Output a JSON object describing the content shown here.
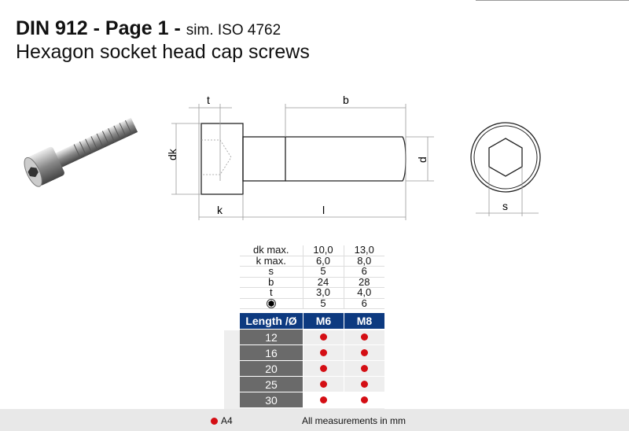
{
  "header": {
    "title_bold": "DIN 912 - Page 1 -",
    "title_suffix": "sim. ISO 4762",
    "subtitle": "Hexagon socket head cap screws"
  },
  "drawing": {
    "labels": {
      "t": "t",
      "b": "b",
      "dk": "dk",
      "d": "d",
      "k": "k",
      "l": "l",
      "s": "s"
    }
  },
  "specs": [
    {
      "label": "dk max.",
      "m6": "10,0",
      "m8": "13,0"
    },
    {
      "label": "k max.",
      "m6": "6,0",
      "m8": "8,0"
    },
    {
      "label": "s",
      "m6": "5",
      "m8": "6"
    },
    {
      "label": "b",
      "m6": "24",
      "m8": "28"
    },
    {
      "label": "t",
      "m6": "3,0",
      "m8": "4,0"
    },
    {
      "label": "",
      "icon": "hex-key-icon",
      "m6": "5",
      "m8": "6"
    }
  ],
  "table": {
    "header": {
      "length": "Length /Ø",
      "m6": "M6",
      "m8": "M8"
    },
    "rows": [
      {
        "length": "12",
        "m6": true,
        "m8": true
      },
      {
        "length": "16",
        "m6": true,
        "m8": true
      },
      {
        "length": "20",
        "m6": true,
        "m8": true
      },
      {
        "length": "25",
        "m6": true,
        "m8": true
      },
      {
        "length": "30",
        "m6": true,
        "m8": true
      }
    ]
  },
  "footer": {
    "legend_label": "A4",
    "note": "All measurements in mm"
  },
  "colors": {
    "header_bg": "#0d3a80",
    "dot": "#d40e14",
    "length_cell": "#6a6a6a"
  }
}
